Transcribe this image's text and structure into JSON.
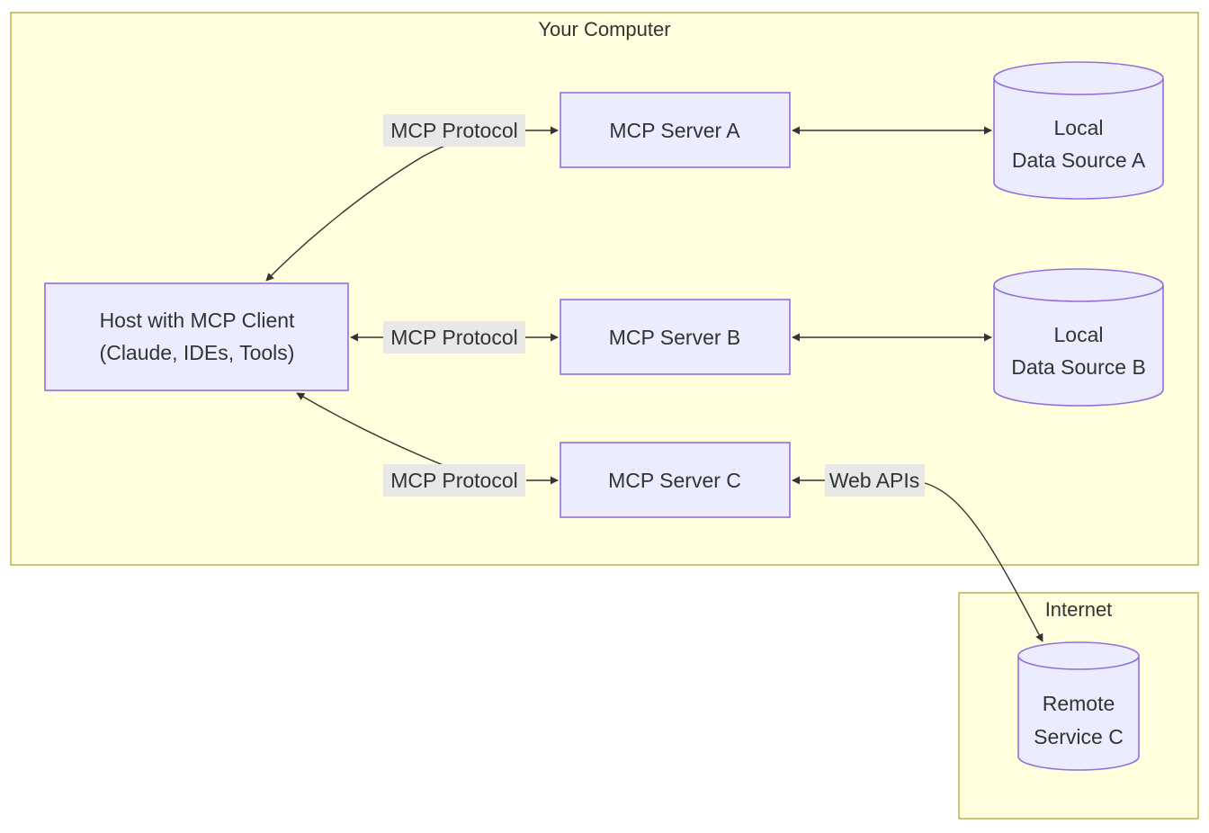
{
  "clusters": {
    "computer": {
      "title": "Your Computer"
    },
    "internet": {
      "title": "Internet"
    }
  },
  "nodes": {
    "host": {
      "line1": "Host with MCP Client",
      "line2": "(Claude, IDEs, Tools)"
    },
    "server_a": {
      "label": "MCP Server A"
    },
    "server_b": {
      "label": "MCP Server B"
    },
    "server_c": {
      "label": "MCP Server C"
    },
    "data_a": {
      "line1": "Local",
      "line2": "Data Source A"
    },
    "data_b": {
      "line1": "Local",
      "line2": "Data Source B"
    },
    "remote_c": {
      "line1": "Remote",
      "line2": "Service C"
    }
  },
  "edges": {
    "host_server_a": "MCP Protocol",
    "host_server_b": "MCP Protocol",
    "host_server_c": "MCP Protocol",
    "server_c_remote": "Web APIs"
  },
  "colors": {
    "cluster_fill": "#ffffde",
    "cluster_stroke": "#aaaa33",
    "node_fill": "#ececff",
    "node_stroke": "#9370db",
    "edge": "#333333",
    "edge_label_bg": "#e8e8e8"
  }
}
